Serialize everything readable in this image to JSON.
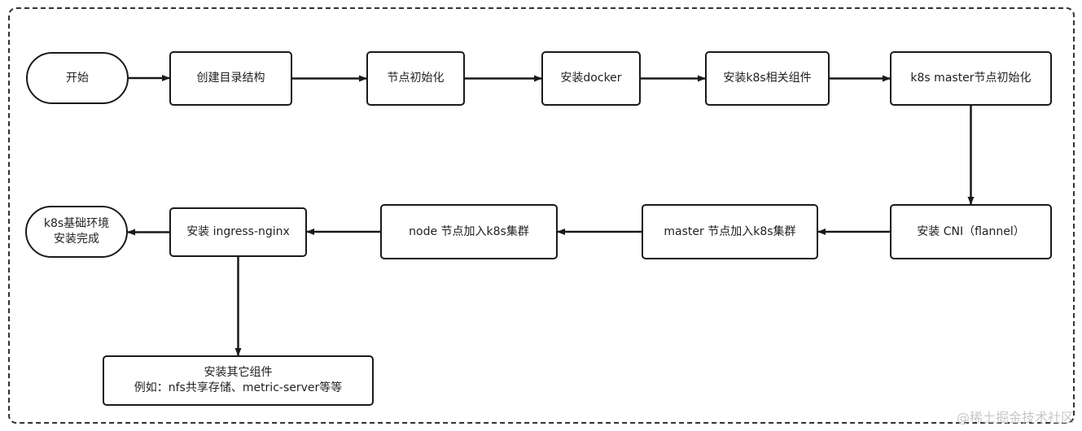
{
  "diagram": {
    "nodes": [
      {
        "id": "start",
        "label": "开始"
      },
      {
        "id": "create-dirs",
        "label": "创建目录结构"
      },
      {
        "id": "node-init",
        "label": "节点初始化"
      },
      {
        "id": "install-docker",
        "label": "安装docker"
      },
      {
        "id": "install-k8s-components",
        "label": "安装k8s相关组件"
      },
      {
        "id": "master-init",
        "label": "k8s master节点初始化"
      },
      {
        "id": "install-cni",
        "label": "安装 CNI（flannel）"
      },
      {
        "id": "master-join",
        "label": "master 节点加入k8s集群"
      },
      {
        "id": "node-join",
        "label": "node 节点加入k8s集群"
      },
      {
        "id": "install-ingress",
        "label": "安装 ingress-nginx"
      },
      {
        "id": "done",
        "label": "k8s基础环境\n安装完成"
      },
      {
        "id": "other-components",
        "label": "安装其它组件\n例如：nfs共享存储、metric-server等等"
      }
    ],
    "edges": [
      {
        "from": "start",
        "to": "create-dirs"
      },
      {
        "from": "create-dirs",
        "to": "node-init"
      },
      {
        "from": "node-init",
        "to": "install-docker"
      },
      {
        "from": "install-docker",
        "to": "install-k8s-components"
      },
      {
        "from": "install-k8s-components",
        "to": "master-init"
      },
      {
        "from": "master-init",
        "to": "install-cni"
      },
      {
        "from": "install-cni",
        "to": "master-join"
      },
      {
        "from": "master-join",
        "to": "node-join"
      },
      {
        "from": "node-join",
        "to": "install-ingress"
      },
      {
        "from": "install-ingress",
        "to": "done"
      },
      {
        "from": "install-ingress",
        "to": "other-components"
      }
    ]
  },
  "watermark": "@稀土掘金技术社区",
  "colors": {
    "stroke": "#1a1a1a",
    "frame": "#333333",
    "watermark": "#c8c8c8"
  }
}
